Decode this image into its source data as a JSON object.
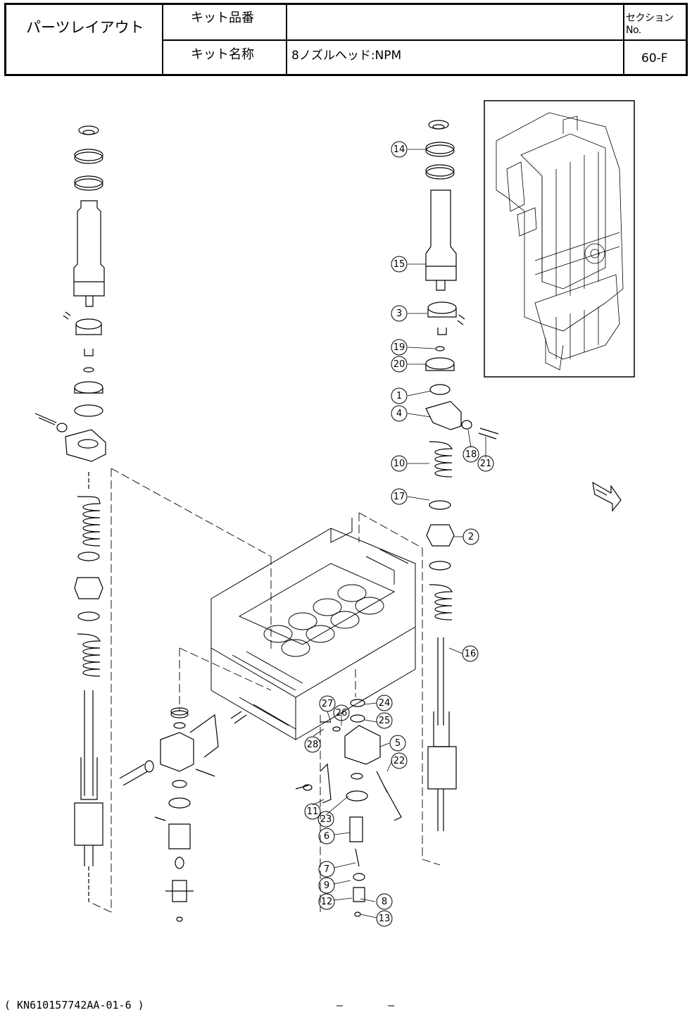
{
  "header": {
    "doc_type": "パーツレイアウト",
    "kit_number_label": "キット品番",
    "kit_number_value": "",
    "kit_name_label": "キット名称",
    "kit_name_value": "8ノズルヘッド:NPM",
    "section_label": "セクションNo.",
    "section_value": "60-F"
  },
  "callouts": [
    "14",
    "15",
    "3",
    "19",
    "20",
    "1",
    "4",
    "18",
    "21",
    "10",
    "17",
    "2",
    "16",
    "24",
    "27",
    "26",
    "25",
    "28",
    "5",
    "22",
    "11",
    "23",
    "6",
    "7",
    "9",
    "12",
    "8",
    "13"
  ],
  "footer": {
    "code": "( KN610157742AA-01-6 )",
    "dash_left": "–",
    "dash_right": "–"
  }
}
